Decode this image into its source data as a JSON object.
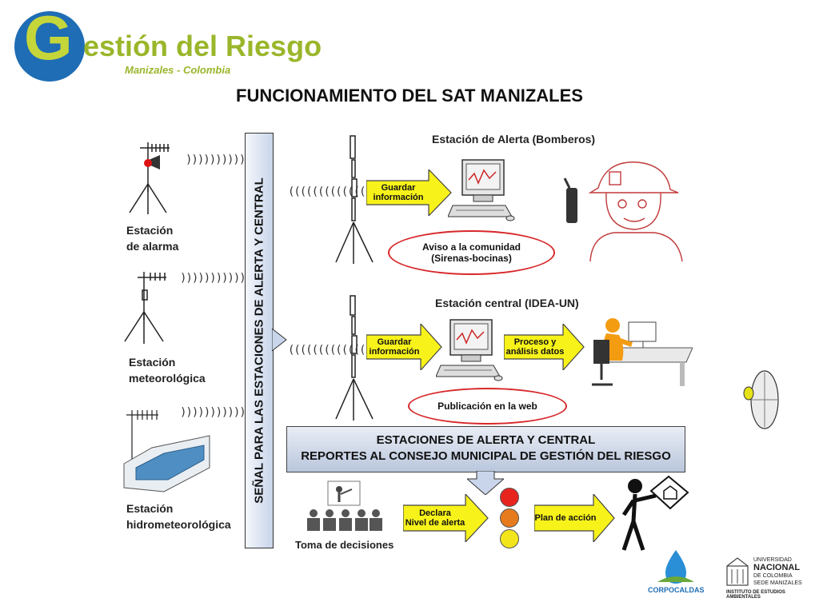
{
  "logo": {
    "letter": "G",
    "rest": "estión del Riesgo",
    "subtitle": "Manizales - Colombia"
  },
  "title": "FUNCIONAMIENTO DEL SAT MANIZALES",
  "stations": {
    "alarma": [
      "Estación",
      "de alarma"
    ],
    "meteorologica": [
      "Estación",
      "meteorológica"
    ],
    "hidrometeorologica": [
      "Estación",
      "hidrometeorológica"
    ]
  },
  "waves_out": ")))))))))))))",
  "waves_in": "((((((((((((((",
  "vertical_signal": "SEÑAL PARA LAS ESTACIONES DE ALERTA Y CENTRAL",
  "alert_station": {
    "title": "Estación de Alerta (Bomberos)",
    "save": [
      "Guardar",
      "información"
    ],
    "bubble": [
      "Aviso a la comunidad",
      "(Sirenas-bocinas)"
    ]
  },
  "central_station": {
    "title": "Estación central (IDEA-UN)",
    "save": [
      "Guardar",
      "información"
    ],
    "process": [
      "Proceso y",
      "análisis datos"
    ],
    "bubble": "Publicación en la web"
  },
  "report": [
    "ESTACIONES DE ALERTA Y CENTRAL",
    "REPORTES AL CONSEJO MUNICIPAL DE GESTIÓN DEL RIESGO"
  ],
  "decision": {
    "label": "Toma de decisiones",
    "declare": [
      "Declara",
      "Nivel de alerta"
    ],
    "plan": "Plan de acción"
  },
  "lights": [
    "#e8241f",
    "#e67b1e",
    "#f3e51c"
  ],
  "colors": {
    "arrow_fill": "#f7f21a",
    "bubble_border": "#d8282b",
    "monitor_screen": "#f3f3f3"
  },
  "partner_logos": {
    "corpocaldas": {
      "name": "CORPOCALDAS"
    },
    "unal": {
      "lines": [
        "UNIVERSIDAD",
        "NACIONAL",
        "DE COLOMBIA",
        "SEDE MANIZALES",
        "INSTITUTO DE ESTUDIOS AMBIENTALES"
      ]
    }
  }
}
